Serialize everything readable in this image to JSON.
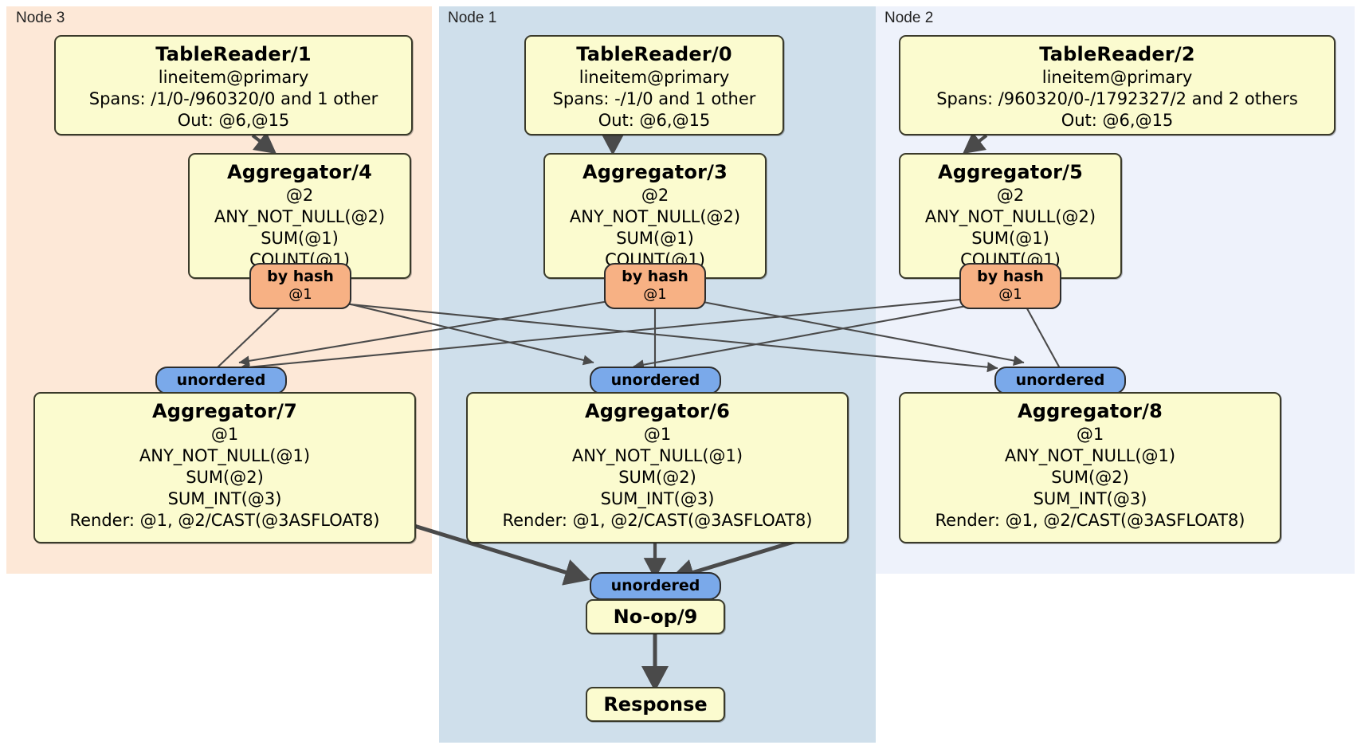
{
  "diagram": {
    "type": "distributed-query-plan",
    "colors": {
      "node3_panel": "#fde8d7",
      "node1_panel": "#cfdfeb",
      "node2_panel": "#eef2fb",
      "processor_box": "#fbfbcf",
      "hash_badge": "#f7b184",
      "unordered_badge": "#7aa9ea",
      "edge": "#4a4a4a"
    }
  },
  "nodes": [
    {
      "id": "node3",
      "label": "Node 3"
    },
    {
      "id": "node1",
      "label": "Node 1"
    },
    {
      "id": "node2",
      "label": "Node 2"
    }
  ],
  "readers": {
    "tr1": {
      "title": "TableReader/1",
      "table": "lineitem@primary",
      "spans": "Spans: /1/0-/960320/0 and 1 other",
      "out": "Out: @6,@15"
    },
    "tr0": {
      "title": "TableReader/0",
      "table": "lineitem@primary",
      "spans": "Spans: -/1/0 and 1 other",
      "out": "Out: @6,@15"
    },
    "tr2": {
      "title": "TableReader/2",
      "table": "lineitem@primary",
      "spans": "Spans: /960320/0-/1792327/2 and 2 others",
      "out": "Out: @6,@15"
    }
  },
  "local_aggregators": {
    "agg4": {
      "title": "Aggregator/4",
      "group": "@2",
      "f1": "ANY_NOT_NULL(@2)",
      "f2": "SUM(@1)",
      "f3": "COUNT(@1)"
    },
    "agg3": {
      "title": "Aggregator/3",
      "group": "@2",
      "f1": "ANY_NOT_NULL(@2)",
      "f2": "SUM(@1)",
      "f3": "COUNT(@1)"
    },
    "agg5": {
      "title": "Aggregator/5",
      "group": "@2",
      "f1": "ANY_NOT_NULL(@2)",
      "f2": "SUM(@1)",
      "f3": "COUNT(@1)"
    }
  },
  "final_aggregators": {
    "agg7": {
      "title": "Aggregator/7",
      "group": "@1",
      "f1": "ANY_NOT_NULL(@1)",
      "f2": "SUM(@2)",
      "f3": "SUM_INT(@3)",
      "render": "Render: @1, @2/CAST(@3ASFLOAT8)"
    },
    "agg6": {
      "title": "Aggregator/6",
      "group": "@1",
      "f1": "ANY_NOT_NULL(@1)",
      "f2": "SUM(@2)",
      "f3": "SUM_INT(@3)",
      "render": "Render: @1, @2/CAST(@3ASFLOAT8)"
    },
    "agg8": {
      "title": "Aggregator/8",
      "group": "@1",
      "f1": "ANY_NOT_NULL(@1)",
      "f2": "SUM(@2)",
      "f3": "SUM_INT(@3)",
      "render": "Render: @1, @2/CAST(@3ASFLOAT8)"
    }
  },
  "routers": {
    "hash_left": {
      "label": "by hash",
      "column": "@1"
    },
    "hash_mid": {
      "label": "by hash",
      "column": "@1"
    },
    "hash_right": {
      "label": "by hash",
      "column": "@1"
    }
  },
  "synchronizers": {
    "unord_left": {
      "label": "unordered"
    },
    "unord_mid": {
      "label": "unordered"
    },
    "unord_right": {
      "label": "unordered"
    },
    "unord_final": {
      "label": "unordered"
    }
  },
  "terminal": {
    "noop": {
      "title": "No-op/9"
    },
    "response": {
      "title": "Response"
    }
  }
}
